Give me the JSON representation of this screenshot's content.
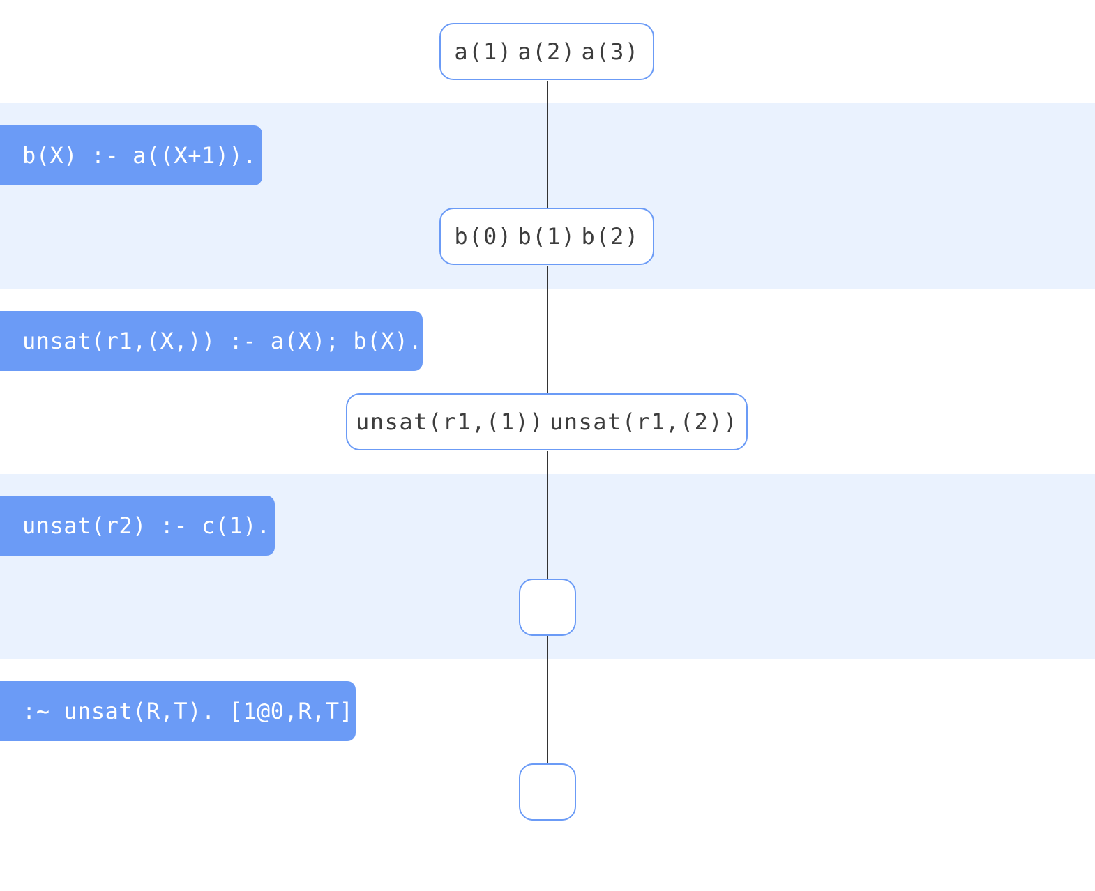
{
  "colors": {
    "accent": "#6b9bf6",
    "band_shade": "#eaf2fe",
    "connector": "#333333",
    "node_text": "#3d3d3d",
    "rule_text": "#ffffff"
  },
  "steps": [
    {
      "rule": "",
      "atoms": [
        "a(1)",
        "a(2)",
        "a(3)"
      ]
    },
    {
      "rule": "b(X) :- a((X+1)).",
      "atoms": [
        "b(0)",
        "b(1)",
        "b(2)"
      ]
    },
    {
      "rule": "unsat(r1,(X,)) :- a(X); b(X).",
      "atoms": [
        "unsat(r1,(1))",
        "unsat(r1,(2))"
      ]
    },
    {
      "rule": "unsat(r2) :- c(1).",
      "atoms": []
    },
    {
      "rule": ":~ unsat(R,T). [1@0,R,T]",
      "atoms": []
    }
  ]
}
